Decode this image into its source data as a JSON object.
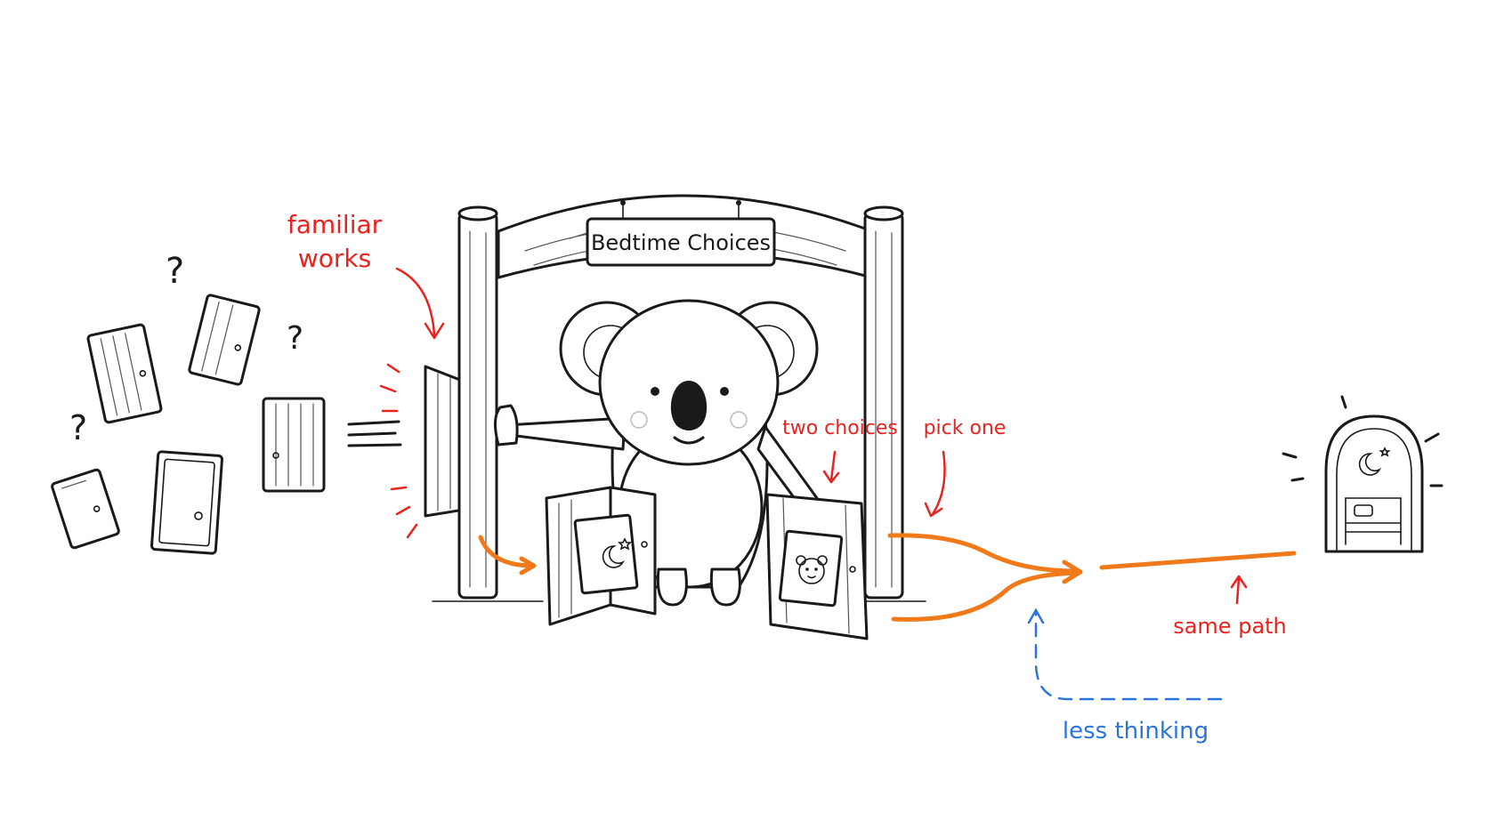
{
  "sign": {
    "text": "Bedtime Choices"
  },
  "annotations": {
    "familiar_line1": "familiar",
    "familiar_line2": "works",
    "two_choices": "two choices",
    "pick_one": "pick one",
    "same_path": "same path",
    "less_thinking": "less thinking",
    "question_mark": "?"
  },
  "colors": {
    "red_annotation": "#e8231f",
    "blue_annotation": "#2a74e0",
    "orange_path": "#f07a1a",
    "ink": "#1a1a1a"
  },
  "icons": [
    "moon-star-icon",
    "bear-face-icon",
    "bed-icon",
    "question-mark-icon"
  ]
}
